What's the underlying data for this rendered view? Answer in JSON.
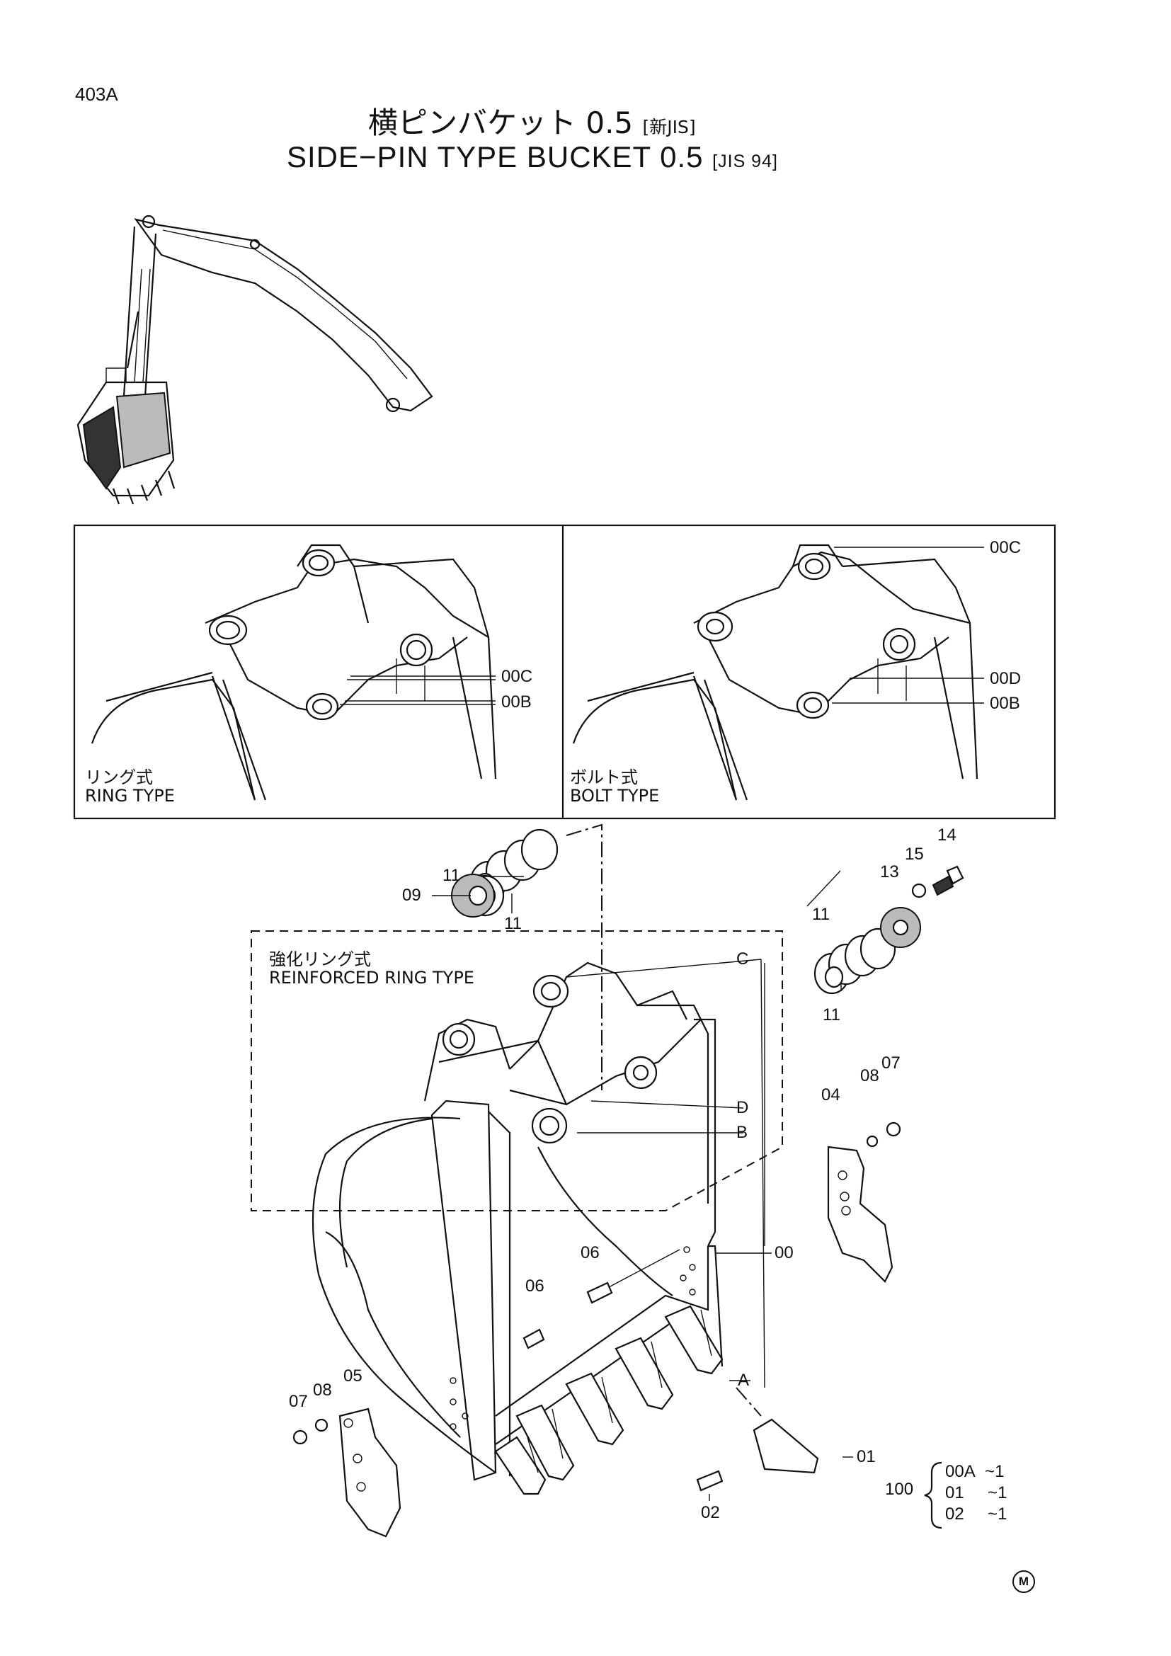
{
  "page": {
    "code": "403A",
    "title_jp": "横ピンバケット 0.5",
    "title_jp_tag": "[新JIS]",
    "title_en": "SIDE−PIN TYPE BUCKET 0.5",
    "title_en_tag": "[JIS 94]",
    "footer_mark": "M"
  },
  "insets": {
    "ring_type": {
      "caption_jp": "リング式",
      "caption_en": "RING TYPE"
    },
    "bolt_type": {
      "caption_jp": "ボルト式",
      "caption_en": "BOLT TYPE"
    },
    "reinforced": {
      "caption_jp": "強化リング式",
      "caption_en": "REINFORCED RING TYPE"
    }
  },
  "callouts": {
    "ring_00c": "00C",
    "ring_00b": "00B",
    "bolt_00c": "00C",
    "bolt_00d": "00D",
    "bolt_00b": "00B",
    "c11a": "11",
    "c11b": "11",
    "c09": "09",
    "c11c": "11",
    "c11d": "11",
    "c13": "13",
    "c15": "15",
    "c14": "14",
    "cC": "C",
    "cD": "D",
    "cB": "B",
    "cA": "A",
    "c00": "00",
    "c04": "04",
    "c08r": "08",
    "c07r": "07",
    "c06a": "06",
    "c06b": "06",
    "c07l": "07",
    "c08l": "08",
    "c05": "05",
    "c01": "01",
    "c02": "02"
  },
  "set_list": {
    "number": "100",
    "items": [
      {
        "part": "00A",
        "range": "~1"
      },
      {
        "part": "01",
        "range": "~1"
      },
      {
        "part": "02",
        "range": "~1"
      }
    ]
  }
}
